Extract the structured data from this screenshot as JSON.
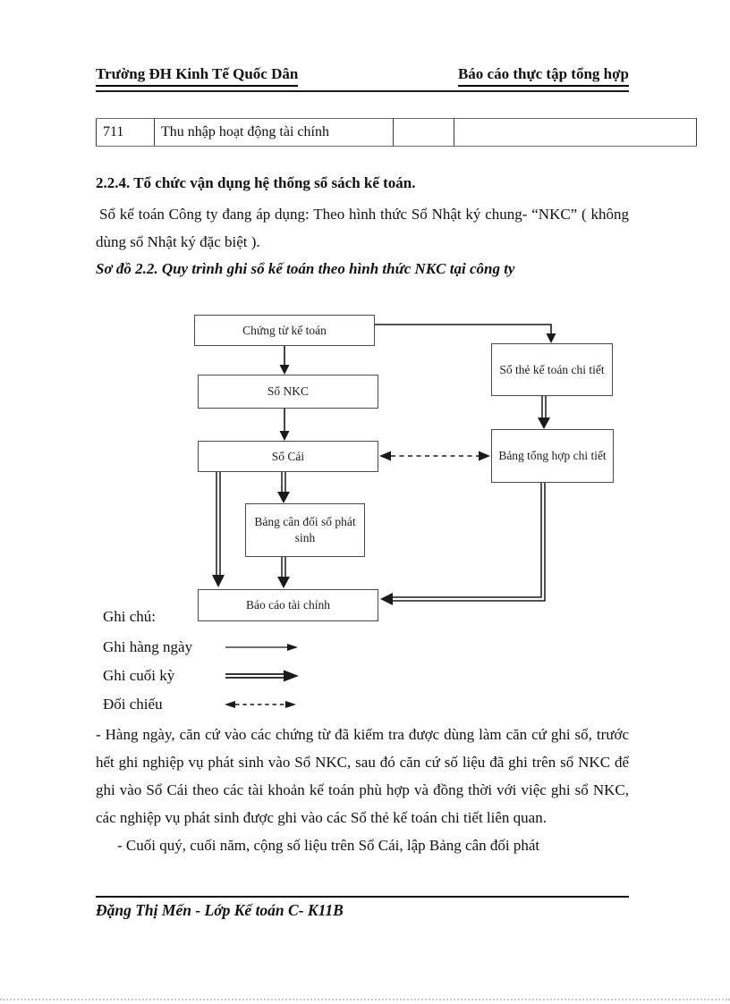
{
  "header": {
    "left_title": "Trường ĐH Kinh Tế Quốc Dân",
    "right_title": "Báo cáo thực tập tổng hợp"
  },
  "table": {
    "row": {
      "account_code": "711",
      "account_name": "Thu nhập hoạt động tài chính",
      "col3": "",
      "col4": ""
    }
  },
  "content": {
    "section_heading": "2.2.4. Tổ chức vận dụng hệ thống sổ sách kế toán.",
    "intro": "Sổ kế toán Công ty đang áp dụng: Theo hình thức Sổ Nhật ký chung- “NKC” ( không dùng sổ Nhật ký đặc biệt ).",
    "diagram_caption": "Sơ đồ 2.2. Quy trình ghi sổ kế toán theo hình thức NKC tại công ty"
  },
  "diagram": {
    "boxes": [
      {
        "id": "chung-tu-ke-toan",
        "label": "Chứng từ kế toán"
      },
      {
        "id": "so-nkc",
        "label": "Sổ NKC"
      },
      {
        "id": "so-cai",
        "label": "Sổ Cái"
      },
      {
        "id": "bang-can-doi-so-phat-sinh",
        "label": "Bảng cân đối số phát sinh"
      },
      {
        "id": "bao-cao-tai-chinh",
        "label": "Báo cáo tài chính"
      },
      {
        "id": "so-the-ke-toan-chi-tiet",
        "label": "Sổ thẻ kế toán chi tiết"
      },
      {
        "id": "bang-tong-hop-chi-tiet",
        "label": "Bảng tổng hợp chi tiết"
      }
    ]
  },
  "legend": {
    "title": "Ghi chú:",
    "items": [
      {
        "label": "Ghi hàng ngày",
        "arrow": "single-solid"
      },
      {
        "label": "Ghi cuối kỳ",
        "arrow": "double-solid"
      },
      {
        "label": "Đối chiếu",
        "arrow": "dashed-double-headed"
      }
    ]
  },
  "body": {
    "paragraph1": "- Hàng ngày, căn cứ vào các chứng từ đã kiểm tra được dùng làm căn cứ ghi sổ, trước hết ghi nghiệp vụ phát sinh vào Sổ NKC, sau đó căn cứ số liệu đã ghi trên sổ NKC để ghi vào Sổ Cái theo các tài khoản kế toán phù hợp và đồng thời với việc ghi sổ NKC, các nghiệp vụ phát sinh được ghi vào các Sổ thẻ kế toán chi tiết liên quan.",
    "paragraph2": "- Cuối quý, cuối năm, cộng số liệu trên Sổ Cái, lập Bảng cân đối phát"
  },
  "footer": {
    "text": "Đặng Thị Mến - Lớp Kế toán C- K11B"
  }
}
